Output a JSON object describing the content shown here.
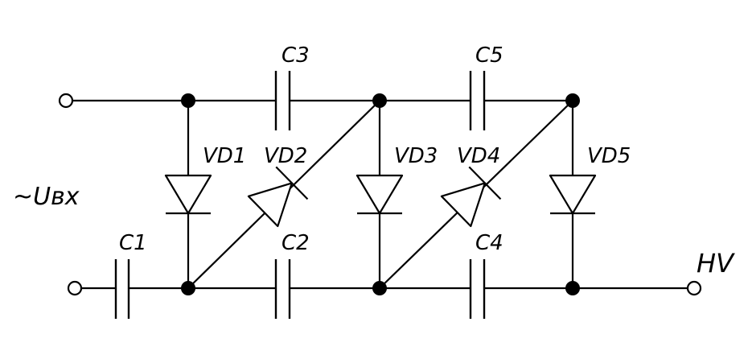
{
  "diagram": {
    "input_label": "~Uвх",
    "output_label": "HV",
    "capacitors": [
      "C1",
      "C2",
      "C3",
      "C4",
      "C5"
    ],
    "diodes": [
      "VD1",
      "VD2",
      "VD3",
      "VD4",
      "VD5"
    ]
  }
}
